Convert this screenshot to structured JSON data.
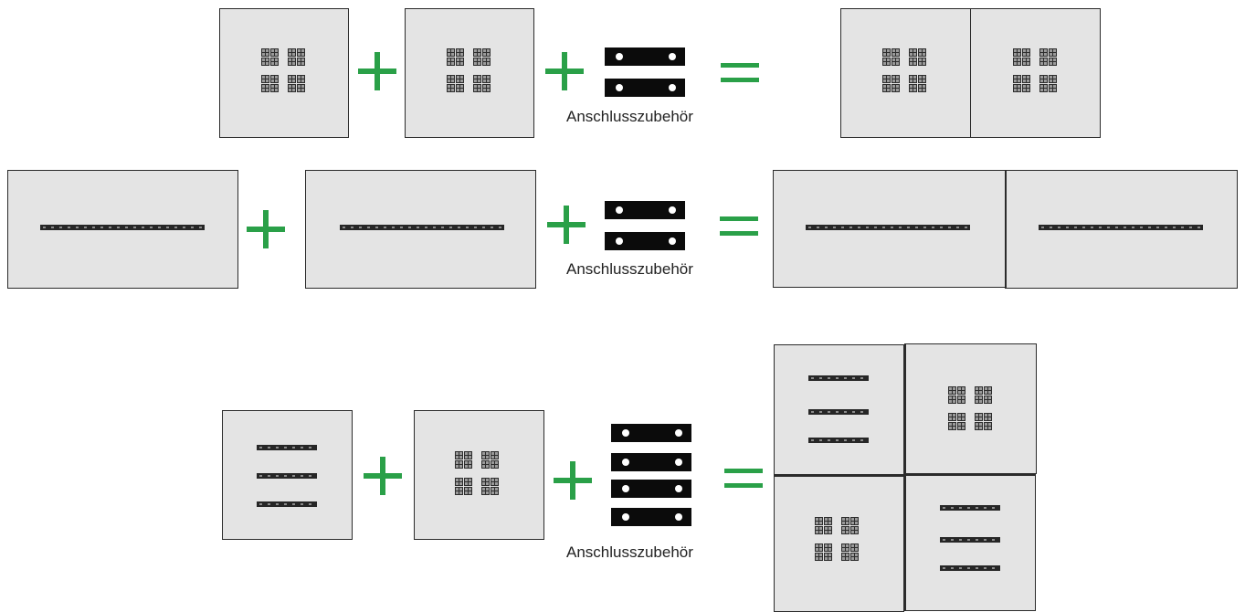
{
  "accent_color": "#2aa048",
  "icons": {
    "plus": "plus-icon",
    "equals": "equals-icon",
    "connector": "connector-plate-icon",
    "led_cluster": "led-cluster-icon",
    "led_strip": "led-strip-icon"
  },
  "rows": [
    {
      "id": "row-square-modules",
      "connector_count": 2,
      "result_tiles": 2
    },
    {
      "id": "row-wide-modules",
      "connector_count": 2,
      "result_tiles": 2
    },
    {
      "id": "row-mixed-modules",
      "connector_count": 4,
      "result_tiles": 4
    }
  ],
  "labels": {
    "connector_row1": "Anschlusszubehör",
    "connector_row2": "Anschlusszubehör",
    "connector_row3": "Anschlusszubehör"
  }
}
